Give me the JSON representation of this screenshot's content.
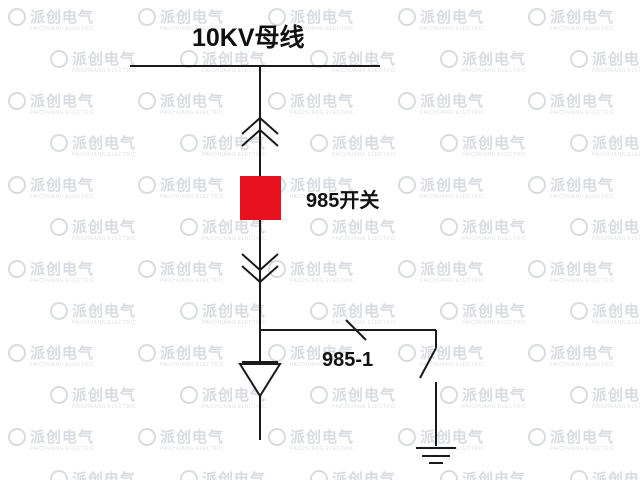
{
  "diagram": {
    "busbar_label": "10KV母线",
    "breaker_label": "985开关",
    "switch_label": "985-1",
    "breaker_color": "#e8121e"
  },
  "watermark": {
    "text": "派创电气",
    "subtext": "PAICHUANG ELECTRIC",
    "color": "#d8dbe0"
  }
}
